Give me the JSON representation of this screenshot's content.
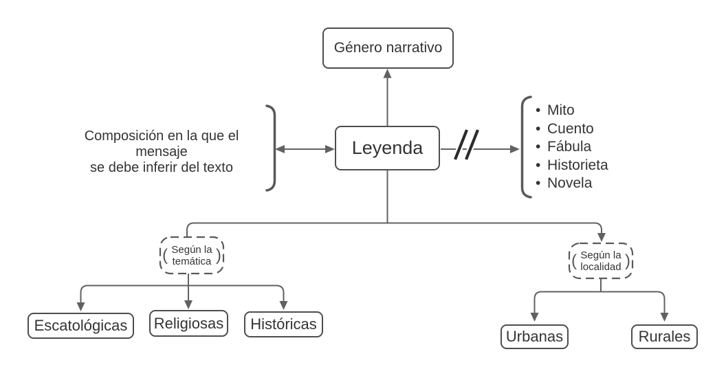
{
  "colors": {
    "node_border": "#4d4d4d",
    "connector": "#616161",
    "bracket": "#595959",
    "slash": "#2b2b2b",
    "text": "#333333"
  },
  "nodes": {
    "genero": "Género narrativo",
    "leyenda": "Leyenda",
    "escatologicas": "Escatológicas",
    "religiosas": "Religiosas",
    "historicas": "Históricas",
    "urbanas": "Urbanas",
    "rurales": "Rurales"
  },
  "definition": {
    "lines": [
      "Composición en la que el mensaje",
      "se debe inferir del texto"
    ]
  },
  "genres": {
    "bullet": "•",
    "items": [
      "Mito",
      "Cuento",
      "Fábula",
      "Historieta",
      "Novela"
    ]
  },
  "categories": {
    "tematica": {
      "lines": [
        "Según la",
        "temática"
      ],
      "paren_open": "(",
      "paren_close": ")"
    },
    "localidad": {
      "lines": [
        "Según la",
        "localidad"
      ],
      "paren_open": "(",
      "paren_close": ")"
    }
  }
}
